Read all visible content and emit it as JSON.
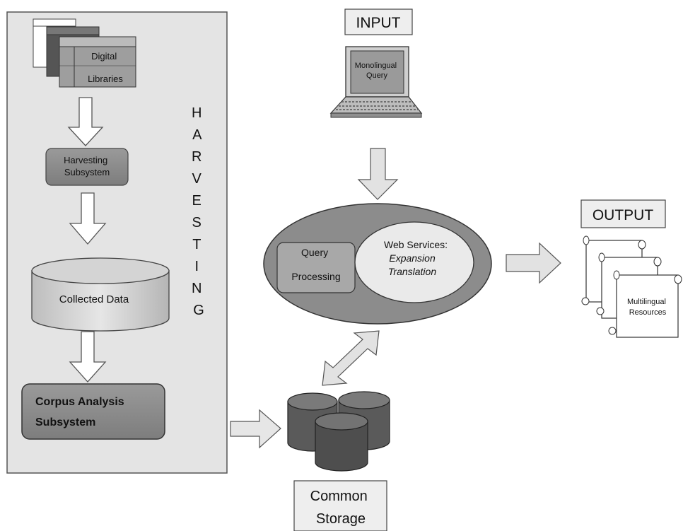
{
  "harvesting_panel": {
    "vertical_label": [
      "H",
      "A",
      "R",
      "V",
      "E",
      "S",
      "T",
      "I",
      "N",
      "G"
    ]
  },
  "digital_libraries": {
    "line1": "Digital",
    "line2": "Libraries"
  },
  "harvesting_subsystem": {
    "line1": "Harvesting",
    "line2": "Subsystem"
  },
  "collected_data": {
    "label": "Collected Data"
  },
  "corpus_analysis": {
    "line1": "Corpus Analysis",
    "line2": "Subsystem"
  },
  "input": {
    "label": "INPUT",
    "screen_line1": "Monolingual",
    "screen_line2": "Query"
  },
  "processing": {
    "query_line1": "Query",
    "query_line2": "Processing",
    "web_services_title": "Web Services:",
    "web_services_item1": "Expansion",
    "web_services_item2": "Translation"
  },
  "output": {
    "label": "OUTPUT",
    "line1": "Multilingual",
    "line2": "Resources"
  },
  "common_storage": {
    "line1": "Common",
    "line2": "Storage"
  },
  "colors": {
    "panel_fill": "#e4e4e4",
    "dark_gray": "#666666",
    "mid_gray": "#999999",
    "light_gray": "#d8d8d8",
    "outline": "#555555"
  }
}
